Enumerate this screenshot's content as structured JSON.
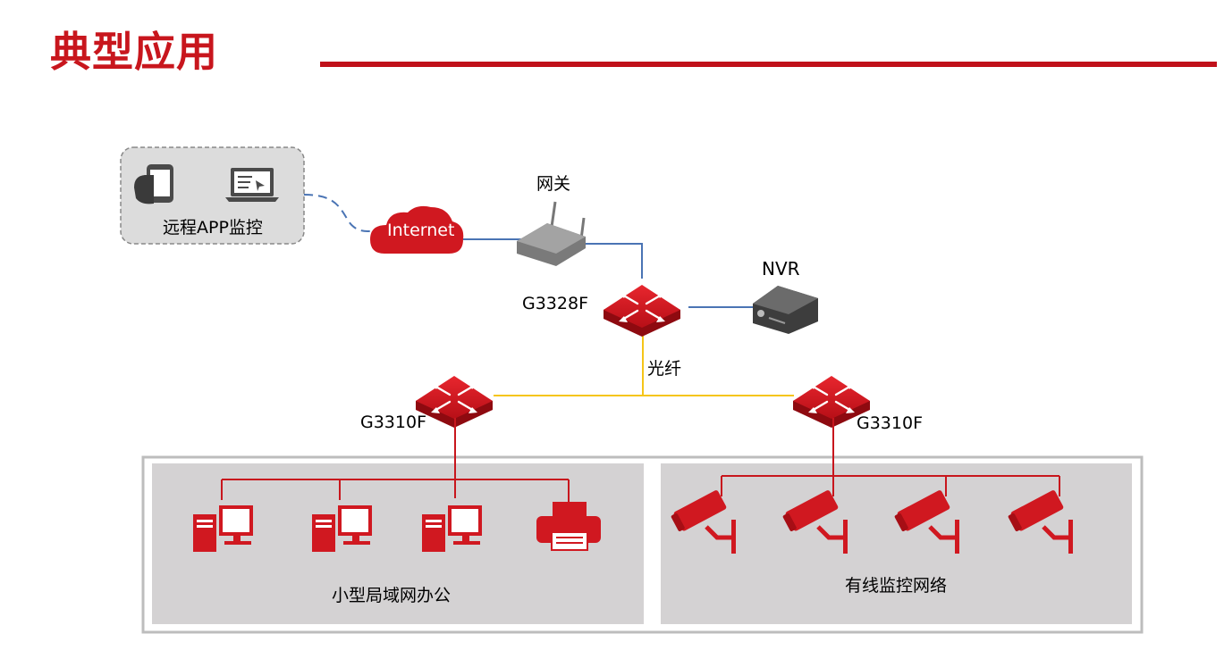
{
  "page": {
    "title": "典型应用"
  },
  "diagram": {
    "remote_label": "远程APP监控",
    "internet_label": "Internet",
    "gateway_label": "网关",
    "nvr_label": "NVR",
    "core_switch_label": "G3328F",
    "fiber_label": "光纤",
    "left_switch_label": "G3310F",
    "right_switch_label": "G3310F",
    "office_label": "小型局域网办公",
    "surveillance_label": "有线监控网络"
  },
  "colors": {
    "brand_red": "#c8161d",
    "link_blue": "#4a74b4",
    "fiber_yellow": "#f5c518",
    "panel_gray": "#d4d2d3"
  }
}
